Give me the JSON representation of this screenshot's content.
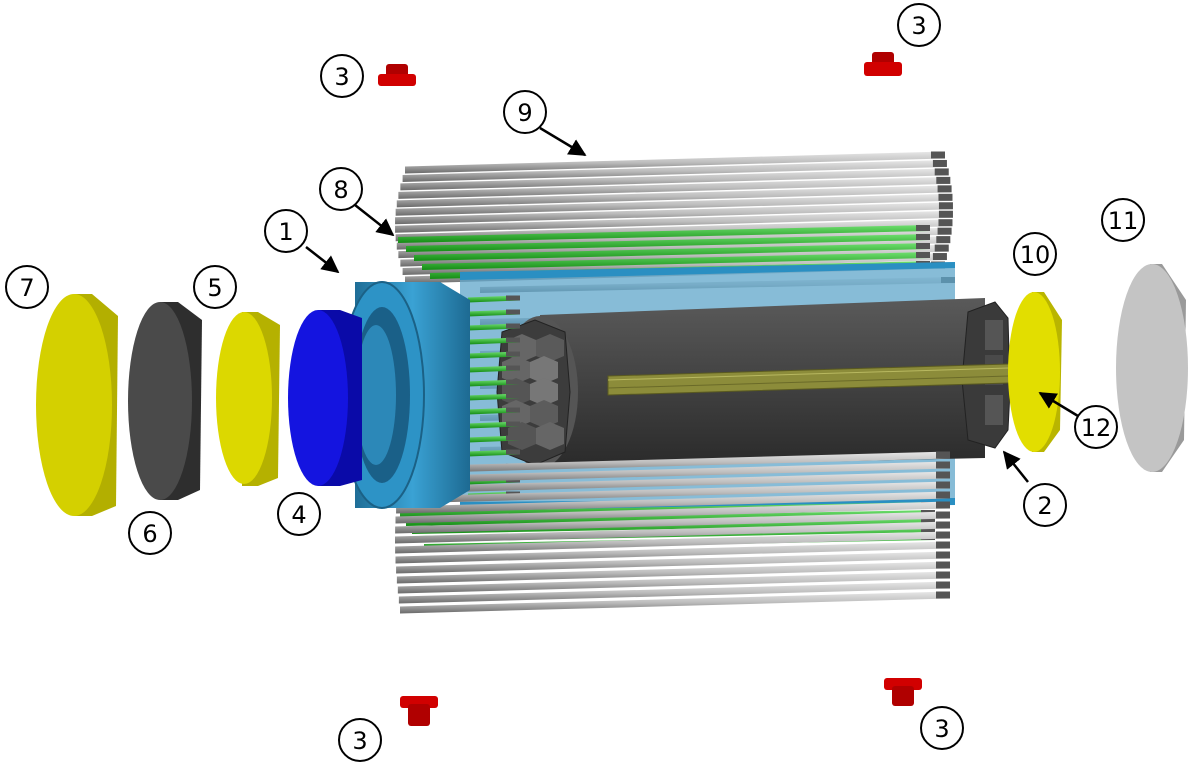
{
  "labels": {
    "l1": "1",
    "l2": "2",
    "l3a": "3",
    "l3b": "3",
    "l3c": "3",
    "l3d": "3",
    "l4": "4",
    "l5": "5",
    "l6": "6",
    "l7": "7",
    "l8": "8",
    "l9": "9",
    "l10": "10",
    "l11": "11",
    "l12": "12"
  },
  "colors": {
    "gray_rod": "#8e8e8e",
    "green_rod": "#22b222",
    "blue_sleeve": "#2a8fc2",
    "blue_disk": "#1010d8",
    "yellow_disk": "#dcd800",
    "dark_disk": "#4a4a4a",
    "light_disk": "#c4c4c4",
    "core": "#3a3a3a",
    "red_part": "#c00000",
    "sample": "#8c8c3a"
  }
}
